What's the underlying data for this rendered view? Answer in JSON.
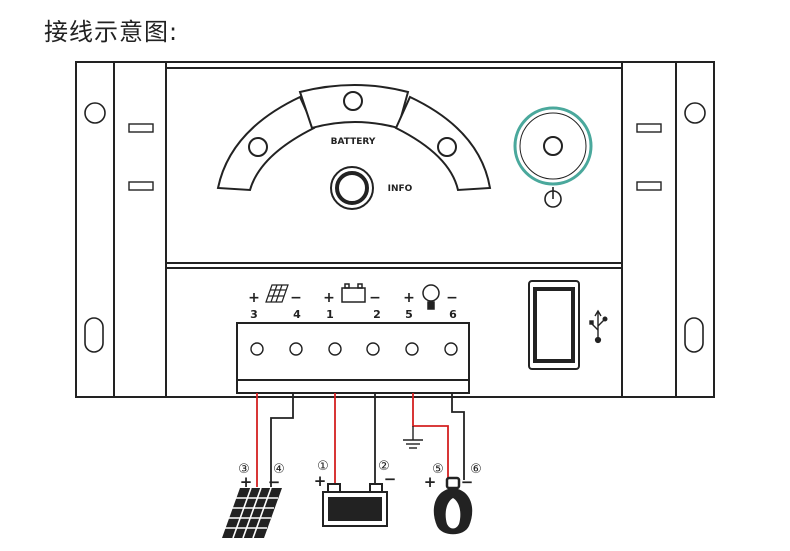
{
  "title": "接线示意图:",
  "panel": {
    "battery_label": "BATTERY",
    "info_label": "INFO"
  },
  "terminals": {
    "solar": {
      "plus": "+",
      "minus": "−",
      "left_num": "3",
      "right_num": "4"
    },
    "battery": {
      "plus": "+",
      "minus": "−",
      "left_num": "1",
      "right_num": "2"
    },
    "load": {
      "plus": "+",
      "minus": "−",
      "left_num": "5",
      "right_num": "6"
    }
  },
  "wiring": {
    "solar": {
      "left_mark": "③",
      "right_mark": "④",
      "plus": "+",
      "minus": "−"
    },
    "battery": {
      "left_mark": "①",
      "right_mark": "②",
      "plus": "+",
      "minus": "−"
    },
    "load": {
      "left_mark": "⑤",
      "right_mark": "⑥",
      "plus": "+",
      "minus": "−"
    }
  },
  "colors": {
    "positive_wire": "#d42020",
    "negative_wire": "#222222",
    "ring": "#4aa89c"
  },
  "icons": [
    "solar-panel-icon",
    "battery-icon",
    "bulb-icon",
    "power-icon",
    "usb-icon",
    "ground-icon"
  ]
}
